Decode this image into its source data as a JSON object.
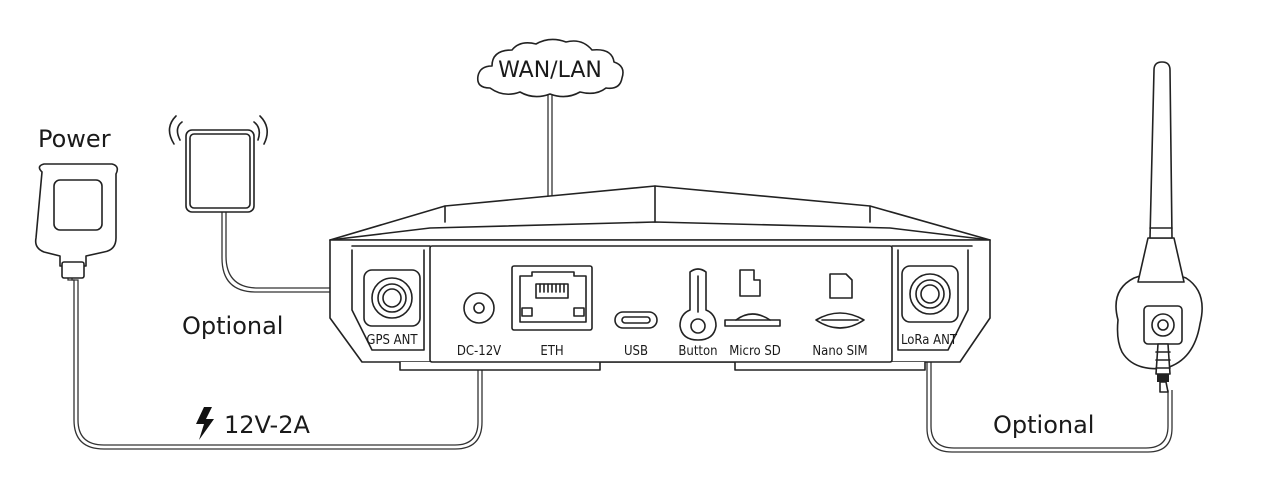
{
  "labels": {
    "wan_lan": "WAN/LAN",
    "power": "Power",
    "optional_gps": "Optional",
    "power_spec": "12V-2A",
    "optional_lora": "Optional"
  },
  "ports": {
    "gps_ant": "GPS ANT",
    "dc": "DC-12V",
    "eth": "ETH",
    "usb": "USB",
    "button": "Button",
    "micro_sd": "Micro SD",
    "nano_sim": "Nano SIM",
    "lora_ant": "LoRa ANT"
  },
  "icons": {
    "lightning": "lightning-bolt-icon",
    "cloud": "cloud-icon"
  }
}
